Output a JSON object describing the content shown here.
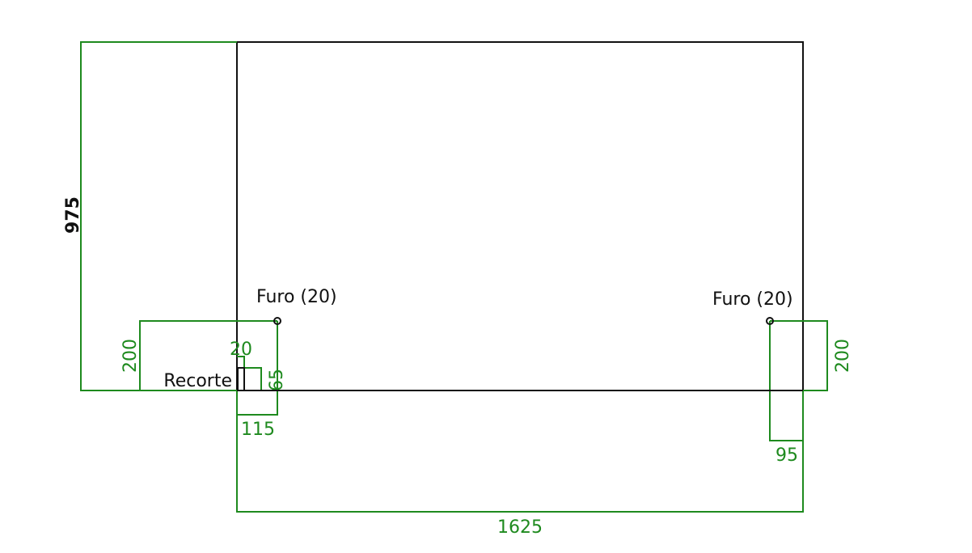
{
  "dimensions": {
    "overall_height": "975",
    "overall_width": "1625",
    "left_hole_height": "200",
    "left_hole_offset": "115",
    "cutout_width": "20",
    "cutout_height": "65",
    "right_hole_height": "200",
    "right_hole_offset": "95"
  },
  "labels": {
    "left_hole": "Furo (20)",
    "right_hole": "Furo (20)",
    "cutout": "Recorte"
  },
  "colors": {
    "dimension": "#1e8a1e",
    "outline": "#111111"
  }
}
